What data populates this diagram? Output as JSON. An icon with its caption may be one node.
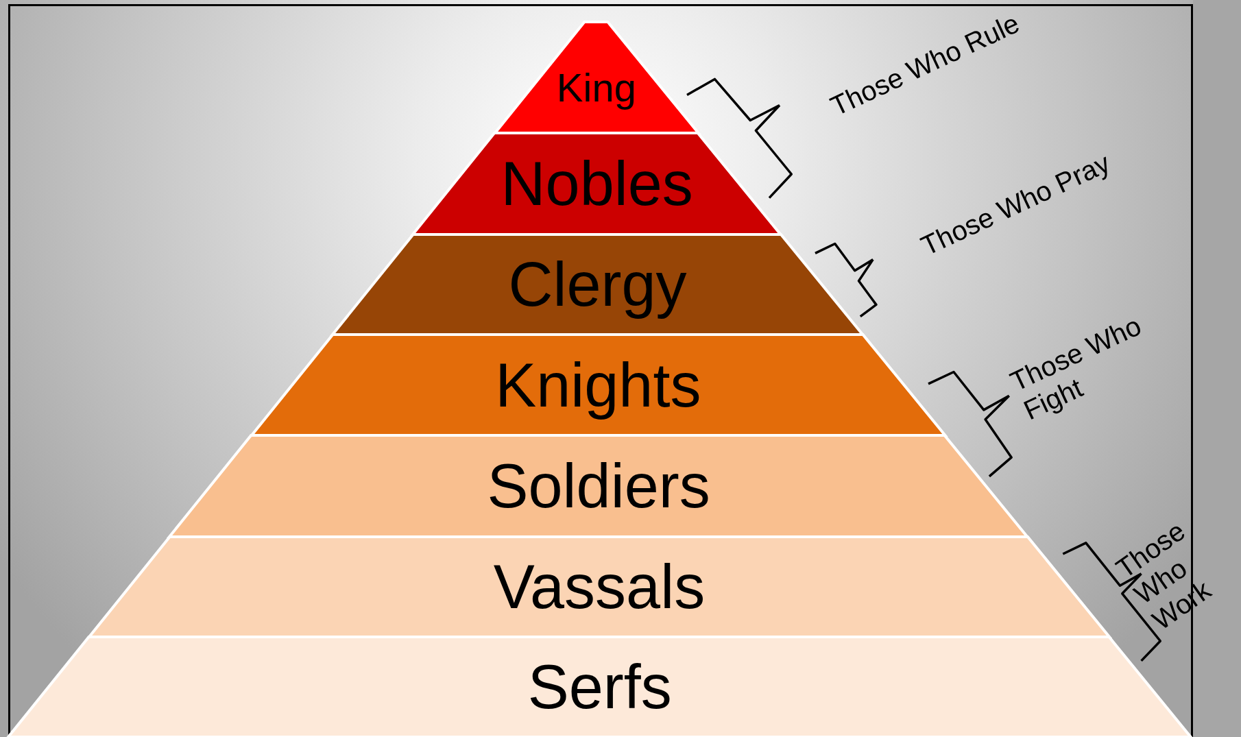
{
  "diagram": {
    "nodes": [
      {
        "text": [
          "King"
        ]
      },
      {
        "text": [
          "Nobles"
        ]
      },
      {
        "text": [
          "Clergy"
        ]
      },
      {
        "text": [
          "Knights"
        ]
      },
      {
        "text": [
          "Soldiers"
        ]
      },
      {
        "text": [
          "Vassals"
        ]
      },
      {
        "text": [
          "Serfs"
        ]
      }
    ],
    "labels": [
      "Those Who Rule",
      "Those Who Pray",
      "Those Who Fight",
      "Those Who Work"
    ]
  }
}
